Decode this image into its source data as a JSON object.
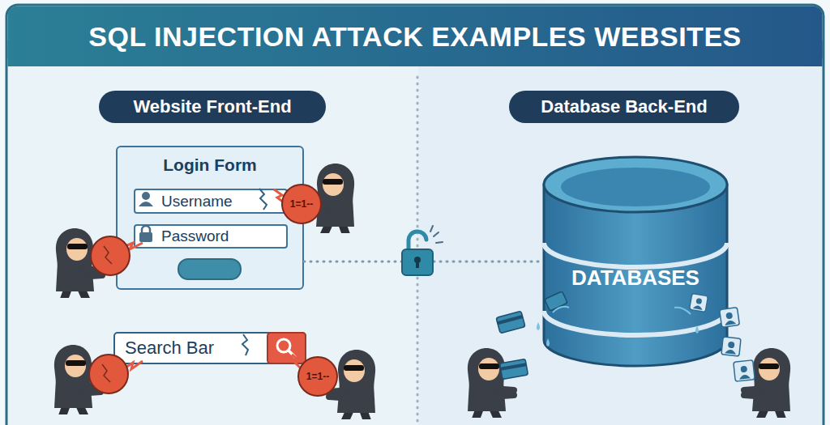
{
  "diagram": {
    "title": "SQL INJECTION ATTACK EXAMPLES WEBSITES",
    "nodes": [
      {
        "text": [
          "Website Front-End"
        ]
      },
      {
        "text": [
          "Database Back-End"
        ]
      },
      {
        "text": [
          "Login Form"
        ]
      },
      {
        "text": [
          "Username"
        ],
        "in": 2
      },
      {
        "text": [
          "Password"
        ],
        "in": 2
      },
      {
        "text": [
          "Search Bar"
        ]
      },
      {
        "text": [
          "DATABASES"
        ]
      }
    ],
    "edges": [
      {
        "from": 2,
        "to": 6,
        "arrow": "none"
      }
    ],
    "labels": [
      "1=1--",
      "1=1--"
    ]
  }
}
